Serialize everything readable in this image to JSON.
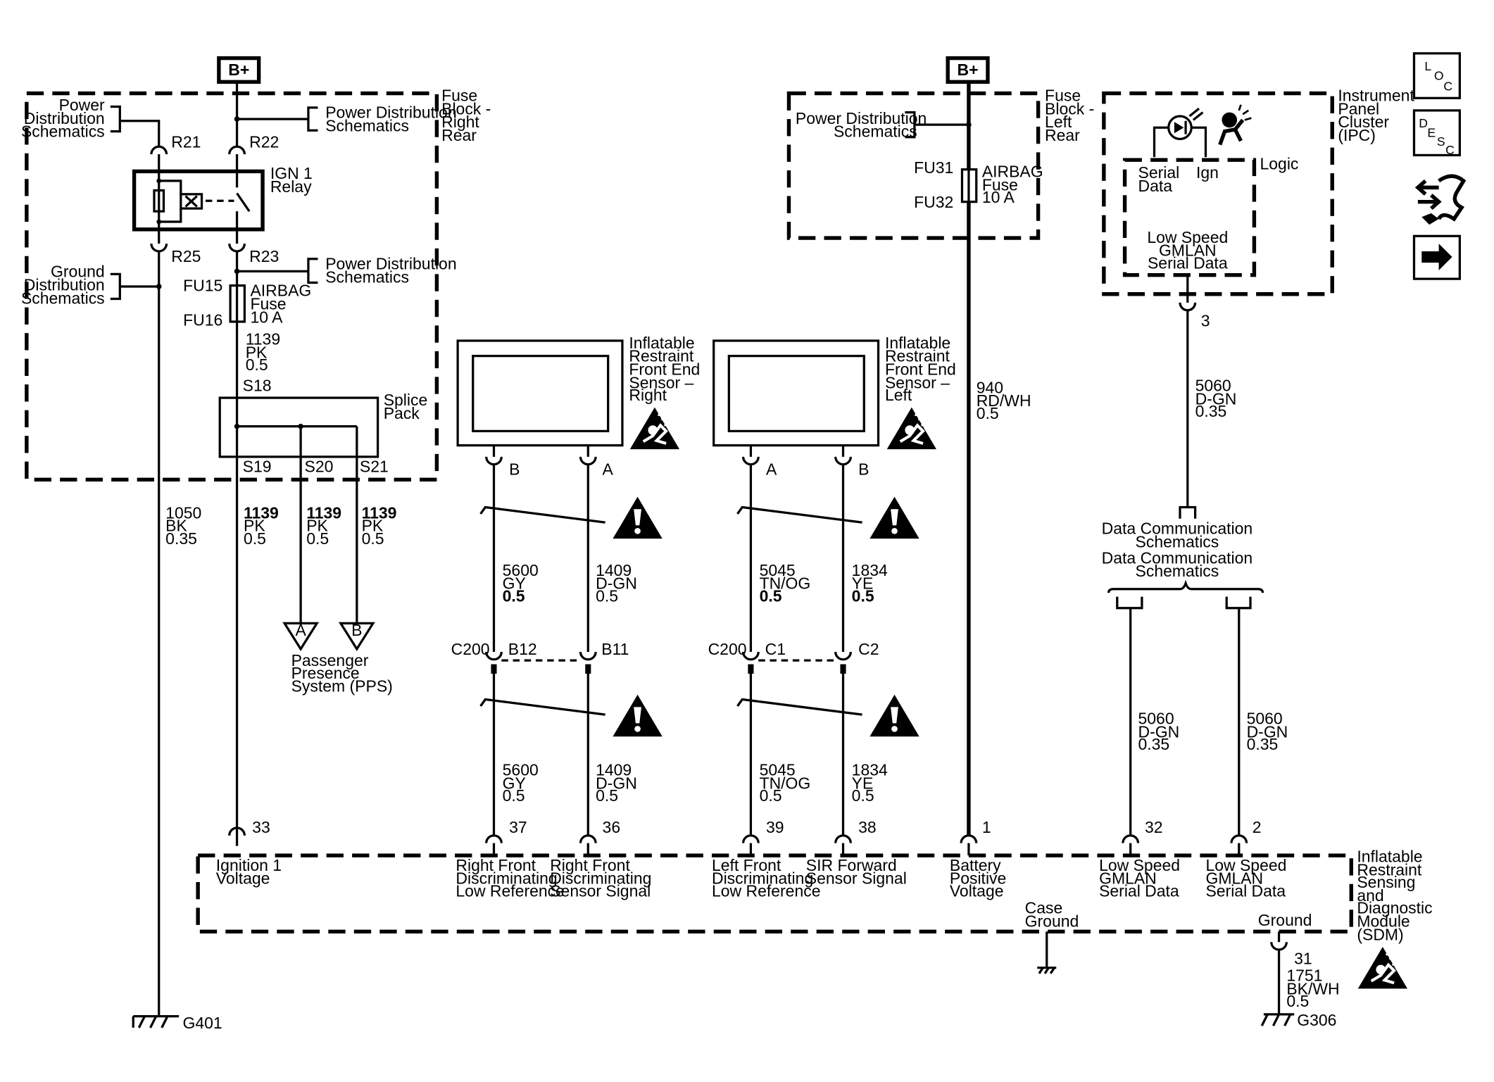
{
  "batt_label": "B+",
  "fuse_block_rr": [
    "Fuse",
    "Block -",
    "Right",
    "Rear"
  ],
  "fuse_block_lr": [
    "Fuse",
    "Block -",
    "Left",
    "Rear"
  ],
  "power_dist": [
    "Power",
    "Distribution",
    "Schematics"
  ],
  "power_dist_schem": [
    "Power Distribution",
    "Schematics"
  ],
  "ground_dist": [
    "Ground",
    "Distribution",
    "Schematics"
  ],
  "relay": {
    "label": [
      "IGN 1",
      "Relay"
    ],
    "pins": [
      "R21",
      "R22",
      "R25",
      "R23"
    ]
  },
  "fuse_rr": {
    "top": "FU15",
    "bottom": "FU16",
    "label": [
      "AIRBAG",
      "Fuse",
      "10 A"
    ]
  },
  "fuse_lr": {
    "top": "FU31",
    "bottom": "FU32",
    "label": [
      "AIRBAG",
      "Fuse",
      "10 A"
    ]
  },
  "splice": {
    "label": [
      "Splice",
      "Pack"
    ],
    "in": "S18",
    "outs": [
      "S19",
      "S20",
      "S21"
    ]
  },
  "wires": {
    "w1139": [
      "1139",
      "PK",
      "0.5"
    ],
    "w1050": [
      "1050",
      "BK",
      "0.35"
    ],
    "w940": [
      "940",
      "RD/WH",
      "0.5"
    ],
    "w5060_035": [
      "5060",
      "D-GN",
      "0.35"
    ],
    "w5600": [
      "5600",
      "GY",
      "0.5"
    ],
    "w1409": [
      "1409",
      "D-GN",
      "0.5"
    ],
    "w5045": [
      "5045",
      "TN/OG",
      "0.5"
    ],
    "w1834": [
      "1834",
      "YE",
      "0.5"
    ],
    "w1751": [
      "1751",
      "BK/WH",
      "0.5"
    ]
  },
  "pps": {
    "pins": [
      "A",
      "B"
    ],
    "label": [
      "Passenger",
      "Presence",
      "System (PPS)"
    ]
  },
  "sensor_right": {
    "label": [
      "Inflatable",
      "Restraint",
      "Front End",
      "Sensor –",
      "Right"
    ],
    "pins": [
      "B",
      "A"
    ]
  },
  "sensor_left": {
    "label": [
      "Inflatable",
      "Restraint",
      "Front End",
      "Sensor –",
      "Left"
    ],
    "pins": [
      "A",
      "B"
    ]
  },
  "c200": {
    "name": "C200",
    "right_pins": [
      "B12",
      "B11"
    ],
    "left_pins": [
      "C1",
      "C2"
    ]
  },
  "ipc": {
    "label": [
      "Instrument",
      "Panel",
      "Cluster",
      "(IPC)"
    ],
    "logic": "Logic",
    "serial": [
      "Serial",
      "Data"
    ],
    "ign": "Ign",
    "gmlan": [
      "Low Speed",
      "GMLAN",
      "Serial Data"
    ],
    "pin": "3"
  },
  "data_comm": [
    "Data Communication",
    "Schematics"
  ],
  "sdm": {
    "label": [
      "Inflatable",
      "Restraint",
      "Sensing",
      "and",
      "Diagnostic",
      "Module",
      "(SDM)"
    ],
    "pins": [
      "33",
      "37",
      "36",
      "39",
      "38",
      "1",
      "32",
      "2"
    ],
    "terms": [
      [
        "Ignition 1",
        "Voltage"
      ],
      [
        "Right Front",
        "Discriminating",
        "Low Reference"
      ],
      [
        "Right Front",
        "Discriminating",
        "Sensor Signal"
      ],
      [
        "Left Front",
        "Discriminating",
        "Low Reference"
      ],
      [
        "SIR Forward",
        "Sensor Signal"
      ],
      [
        "Battery",
        "Positive",
        "Voltage"
      ],
      [
        "Low Speed",
        "GMLAN",
        "Serial Data"
      ],
      [
        "Low Speed",
        "GMLAN",
        "Serial Data"
      ]
    ],
    "case_ground": [
      "Case",
      "Ground"
    ],
    "ground": "Ground",
    "ground_pin": "31"
  },
  "grounds": [
    "G401",
    "G306"
  ],
  "side_icons": {
    "loc": [
      "L",
      "O",
      "C"
    ],
    "desc": [
      "D",
      "E",
      "S",
      "C"
    ],
    "names": [
      "loc-icon",
      "desc-icon",
      "connector-icon",
      "arrow-icon"
    ]
  }
}
